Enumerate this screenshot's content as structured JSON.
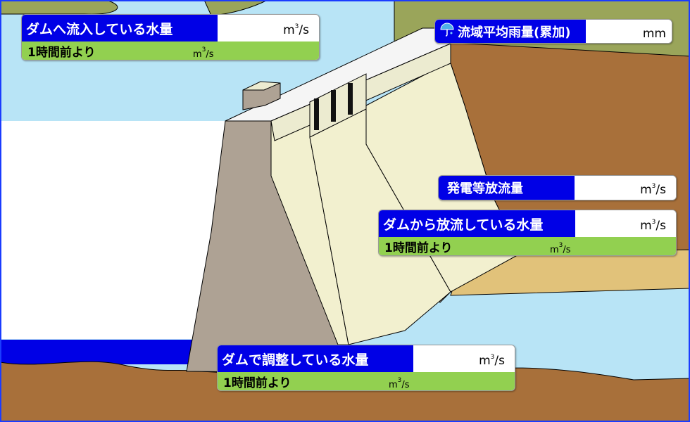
{
  "panels": {
    "inflow": {
      "label": "ダムへ流入している水量",
      "value": "",
      "unit_base": "m",
      "unit_exp": "3",
      "unit_tail": "/s",
      "sub_label": "1時間前より",
      "sub_value": "",
      "sub_unit_base": "m",
      "sub_unit_exp": "3",
      "sub_unit_tail": "/s"
    },
    "rainfall": {
      "label": "流域平均雨量(累加)",
      "icon": "umbrella-icon",
      "value": "",
      "unit": "mm"
    },
    "power": {
      "label": "発電等放流量",
      "value": "",
      "unit_base": "m",
      "unit_exp": "3",
      "unit_tail": "/s"
    },
    "outflow": {
      "label": "ダムから放流している水量",
      "value": "",
      "unit_base": "m",
      "unit_exp": "3",
      "unit_tail": "/s",
      "sub_label": "1時間前より",
      "sub_value": "",
      "sub_unit_base": "m",
      "sub_unit_exp": "3",
      "sub_unit_tail": "/s"
    },
    "storage": {
      "label": "ダムで調整している水量",
      "value": "",
      "unit_base": "m",
      "unit_exp": "3",
      "unit_tail": "/s",
      "sub_label": "1時間前より",
      "sub_value": "",
      "sub_unit_base": "m",
      "sub_unit_exp": "3",
      "sub_unit_tail": "/s"
    }
  },
  "colors": {
    "label_bg": "#0000e6",
    "sub_bg": "#92d050",
    "reservoir": "#0000e6",
    "river": "#b8e4f6",
    "ground": "#a8703a",
    "grass": "#9aa55a",
    "dam_concrete": "#aea294",
    "spillway": "#f2f0cf"
  }
}
